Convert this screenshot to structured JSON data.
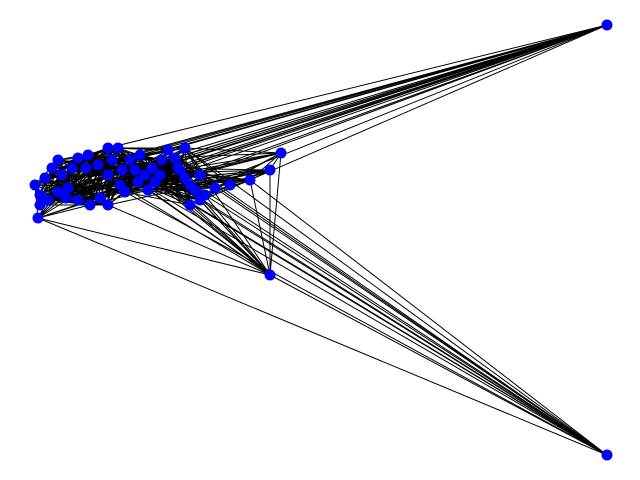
{
  "graph": {
    "node_color": "#0000ff",
    "edge_color": "#000000",
    "background": "#ffffff",
    "nodes": [
      "n0",
      "n1",
      "n2",
      "n3",
      "n4",
      "n5",
      "n6",
      "n7",
      "n8",
      "n9",
      "n10",
      "n11",
      "n12",
      "n13",
      "n14",
      "n15",
      "n16",
      "n17",
      "n18",
      "n19",
      "n20",
      "n21",
      "n22",
      "n23",
      "n24",
      "n25",
      "n26",
      "n27",
      "n28",
      "n29",
      "n30",
      "n31",
      "n32",
      "n33",
      "n34",
      "n35",
      "n36",
      "n37",
      "n38",
      "n39",
      "n40",
      "n41",
      "n42",
      "n43",
      "n44",
      "n45",
      "n46",
      "n47",
      "n48",
      "n49",
      "n50",
      "n51",
      "n52",
      "n53",
      "n54",
      "n55",
      "n56",
      "n57"
    ]
  }
}
